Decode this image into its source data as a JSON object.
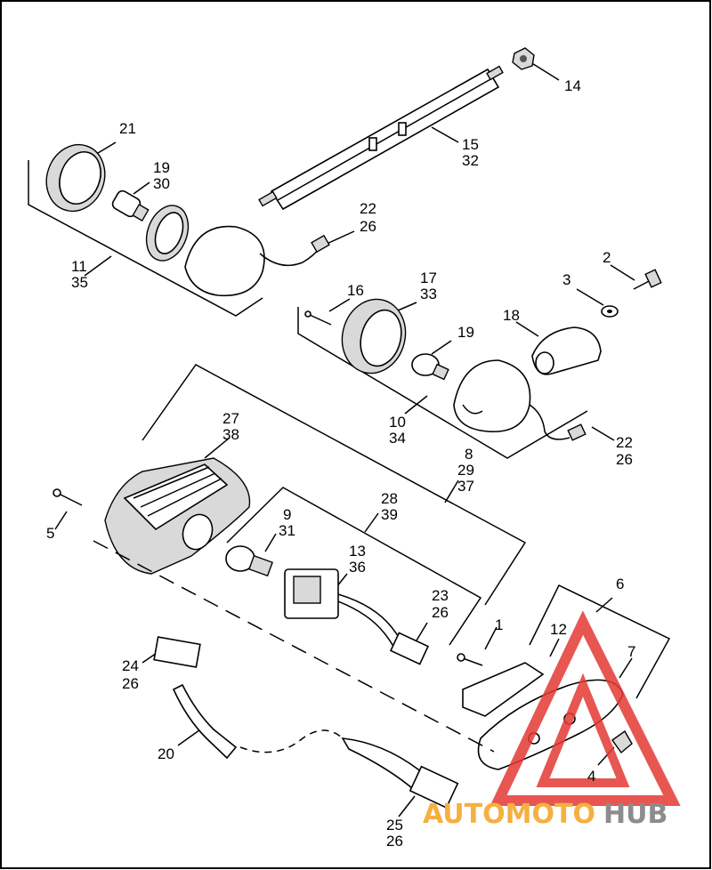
{
  "callouts": {
    "c1": "1",
    "c2": "2",
    "c3": "3",
    "c4": "4",
    "c5": "5",
    "c6": "6",
    "c7": "7",
    "c8": "8",
    "c8b": "29",
    "c8c": "37",
    "c9": "9",
    "c9b": "31",
    "c10": "10",
    "c10b": "34",
    "c11": "11",
    "c11b": "35",
    "c12": "12",
    "c13": "13",
    "c13b": "36",
    "c14": "14",
    "c15": "15",
    "c15b": "32",
    "c16": "16",
    "c17": "17",
    "c17b": "33",
    "c18": "18",
    "c19a": "19",
    "c19b": "30",
    "c19c": "19",
    "c20": "20",
    "c21": "21",
    "c22a": "22",
    "c22b": "26",
    "c22c": "22",
    "c22d": "26",
    "c23": "23",
    "c23b": "26",
    "c24": "24",
    "c24b": "26",
    "c25": "25",
    "c25b": "26",
    "c27": "27",
    "c27b": "38",
    "c28": "28",
    "c28b": "39"
  },
  "watermark": {
    "text_part1": "AUTOMOTO",
    "text_part2": "HUB",
    "color_orange": "#f5b041",
    "color_gray": "#8c8c8c",
    "triangle_color": "#e53935"
  }
}
